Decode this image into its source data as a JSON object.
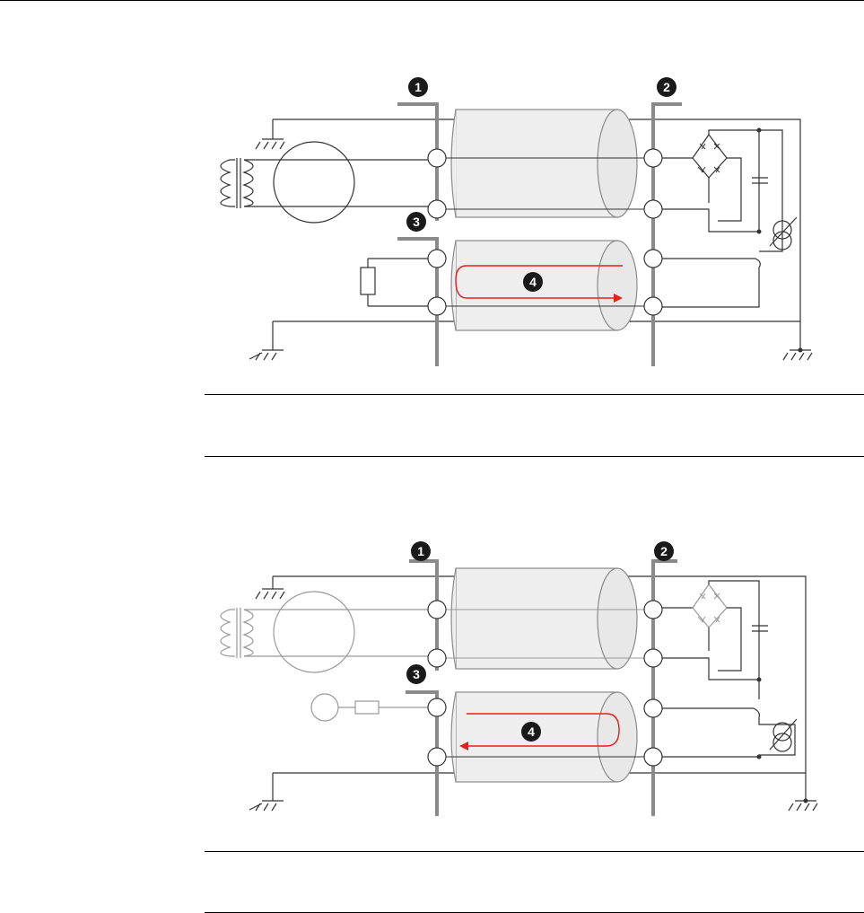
{
  "diagrams": [
    {
      "callouts": [
        "1",
        "2",
        "3",
        "4"
      ],
      "loop_direction": "clockwise",
      "loop_color": "#e32119"
    },
    {
      "callouts": [
        "1",
        "2",
        "3",
        "4"
      ],
      "loop_direction": "counter-clockwise",
      "loop_color": "#e32119"
    }
  ],
  "colors": {
    "bus_bar": "#8a8a8a",
    "cable_fill": "#eeeeee",
    "cable_stroke": "#8a8a8a",
    "wire": "#333333",
    "badge": "#1a1a1a"
  }
}
